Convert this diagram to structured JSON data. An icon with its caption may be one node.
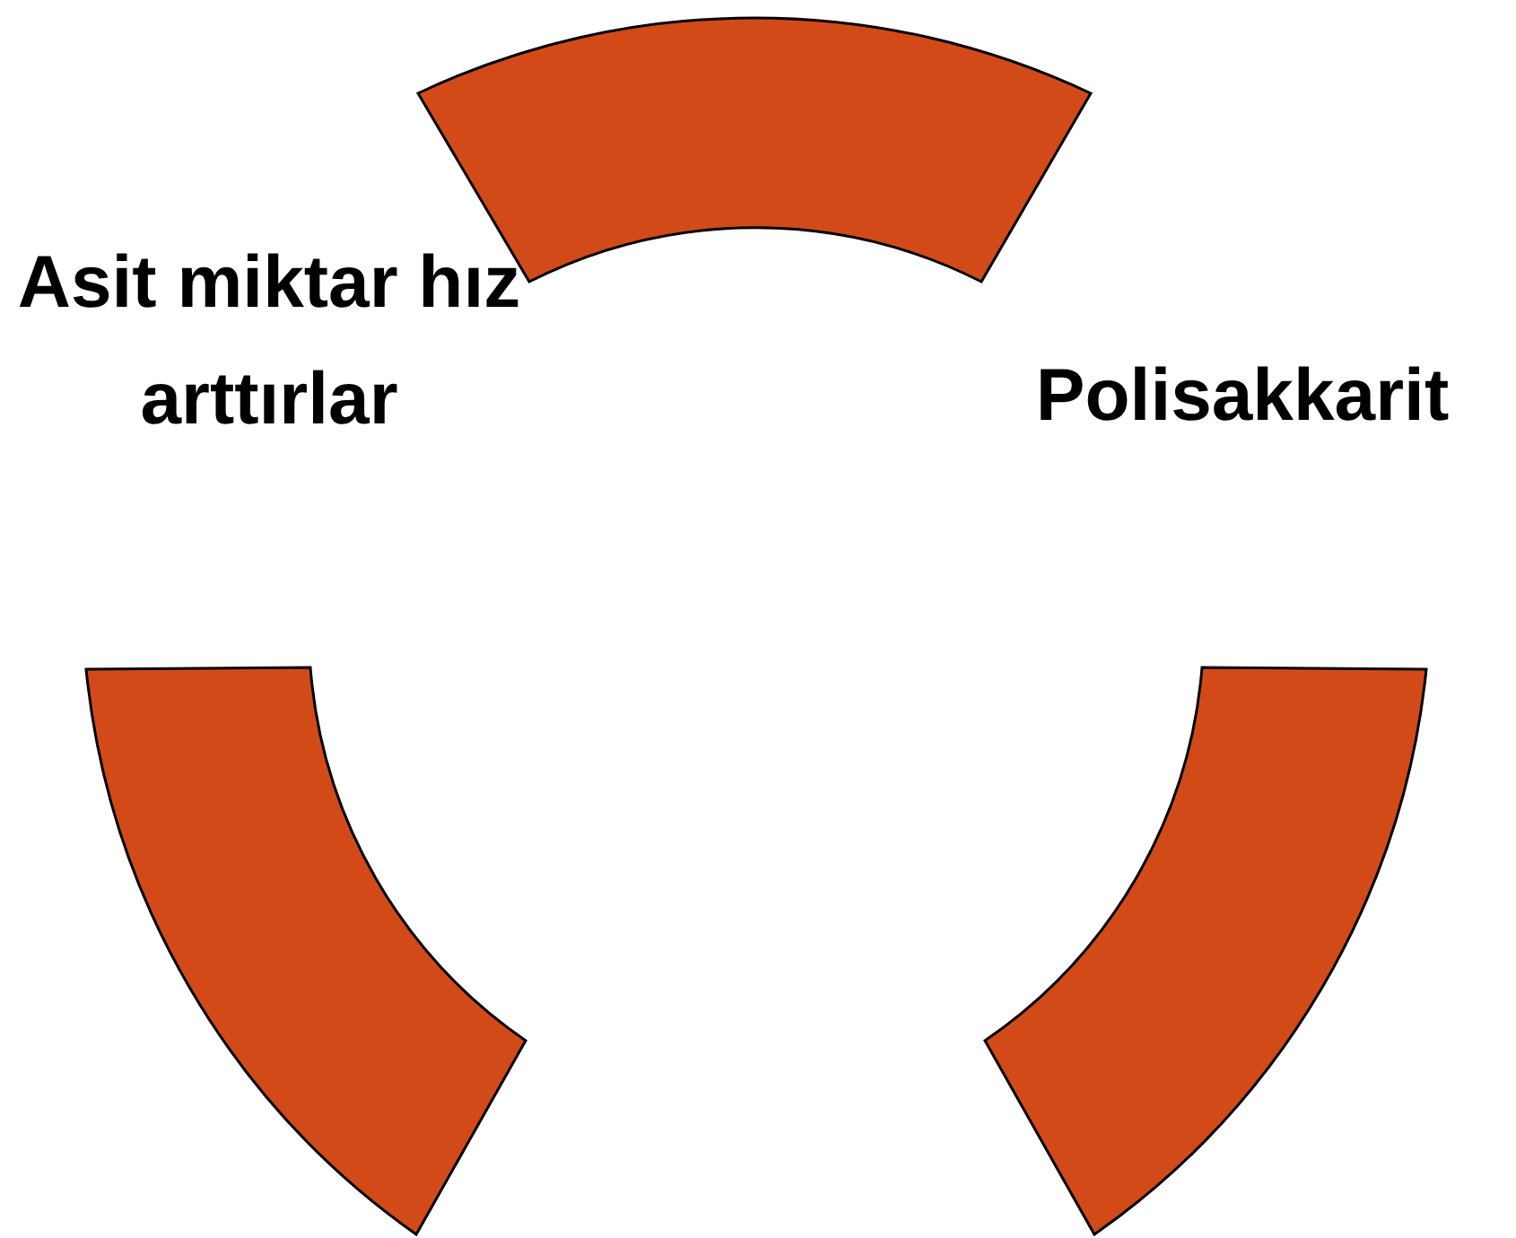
{
  "diagram": {
    "nodes": [
      {
        "text": [],
        "shape": "arc"
      },
      {
        "text": [],
        "shape": "arc"
      },
      {
        "text": [],
        "shape": "arc"
      }
    ],
    "edges": [],
    "labels": [
      "Asit miktar hız arttırlar",
      "Polisakkarit"
    ]
  }
}
